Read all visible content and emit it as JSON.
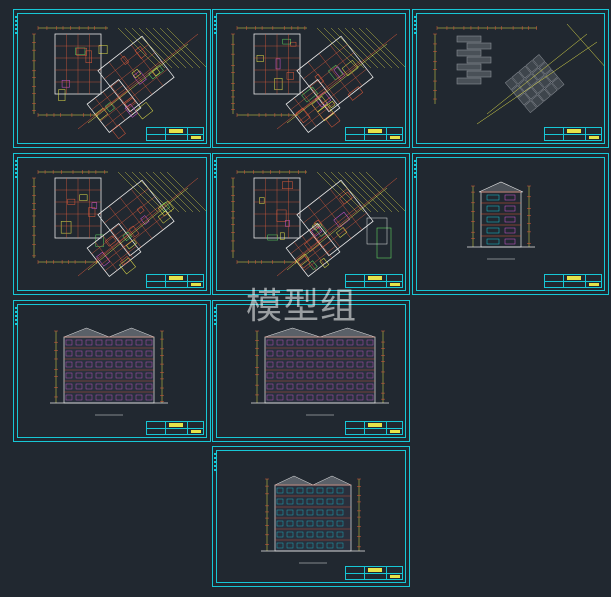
{
  "watermark": {
    "text": "模型组"
  },
  "colors": {
    "frame": "#17c7d6",
    "background": "#212830",
    "line_red": "#e05a3a",
    "line_yellow": "#e6e34a",
    "line_white": "#e8e8e8",
    "line_green": "#5fd35f",
    "line_cyan": "#17c7d6",
    "line_magenta": "#d557d5"
  },
  "sheets": [
    {
      "kind": "floor-plan"
    },
    {
      "kind": "floor-plan"
    },
    {
      "kind": "roof-plan"
    },
    {
      "kind": "floor-plan"
    },
    {
      "kind": "floor-plan-detail"
    },
    {
      "kind": "side-elevation"
    },
    {
      "kind": "front-elevation"
    },
    {
      "kind": "rear-elevation"
    },
    {
      "kind": "section-elevation"
    }
  ]
}
